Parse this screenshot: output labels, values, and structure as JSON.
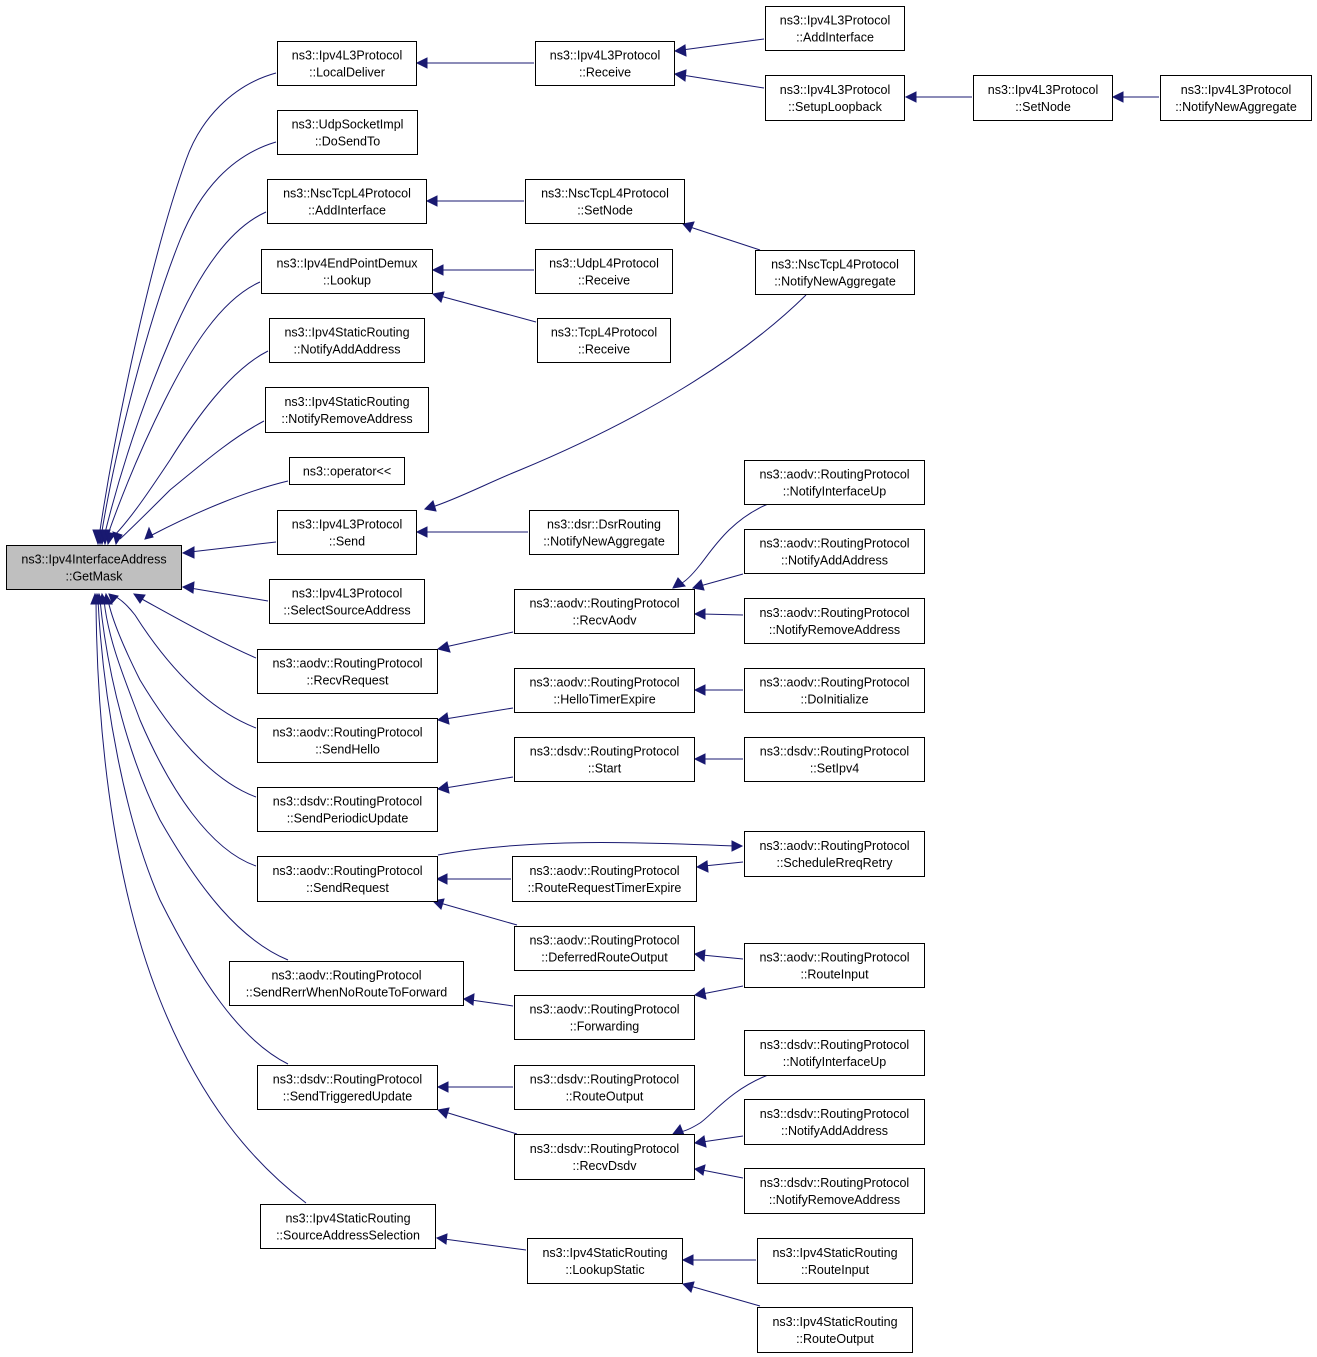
{
  "nodes": [
    {
      "id": "root",
      "lines": [
        "ns3::Ipv4InterfaceAddress",
        "::GetMask"
      ]
    },
    {
      "id": "ipv4l3_localdeliver",
      "lines": [
        "ns3::Ipv4L3Protocol",
        "::LocalDeliver"
      ]
    },
    {
      "id": "udpsocketimpl_dosendto",
      "lines": [
        "ns3::UdpSocketImpl",
        "::DoSendTo"
      ]
    },
    {
      "id": "nsctcp_addinterface",
      "lines": [
        "ns3::NscTcpL4Protocol",
        "::AddInterface"
      ]
    },
    {
      "id": "ipv4epdemux_lookup",
      "lines": [
        "ns3::Ipv4EndPointDemux",
        "::Lookup"
      ]
    },
    {
      "id": "ipv4static_notifyaddaddress",
      "lines": [
        "ns3::Ipv4StaticRouting",
        "::NotifyAddAddress"
      ]
    },
    {
      "id": "ipv4static_notifyremoveaddress",
      "lines": [
        "ns3::Ipv4StaticRouting",
        "::NotifyRemoveAddress"
      ]
    },
    {
      "id": "operator_shift",
      "lines": [
        "ns3::operator<<"
      ]
    },
    {
      "id": "ipv4l3_send",
      "lines": [
        "ns3::Ipv4L3Protocol",
        "::Send"
      ]
    },
    {
      "id": "ipv4l3_selectsourceaddress",
      "lines": [
        "ns3::Ipv4L3Protocol",
        "::SelectSourceAddress"
      ]
    },
    {
      "id": "aodv_recvrequest",
      "lines": [
        "ns3::aodv::RoutingProtocol",
        "::RecvRequest"
      ]
    },
    {
      "id": "aodv_sendhello",
      "lines": [
        "ns3::aodv::RoutingProtocol",
        "::SendHello"
      ]
    },
    {
      "id": "dsdv_sendperiodicupdate",
      "lines": [
        "ns3::dsdv::RoutingProtocol",
        "::SendPeriodicUpdate"
      ]
    },
    {
      "id": "aodv_sendrequest",
      "lines": [
        "ns3::aodv::RoutingProtocol",
        "::SendRequest"
      ]
    },
    {
      "id": "aodv_senderrwhennoroute",
      "lines": [
        "ns3::aodv::RoutingProtocol",
        "::SendRerrWhenNoRouteToForward"
      ]
    },
    {
      "id": "dsdv_sendtriggeredupdate",
      "lines": [
        "ns3::dsdv::RoutingProtocol",
        "::SendTriggeredUpdate"
      ]
    },
    {
      "id": "ipv4static_sourceaddressselection",
      "lines": [
        "ns3::Ipv4StaticRouting",
        "::SourceAddressSelection"
      ]
    },
    {
      "id": "ipv4l3_receive",
      "lines": [
        "ns3::Ipv4L3Protocol",
        "::Receive"
      ]
    },
    {
      "id": "nsctcp_setnode",
      "lines": [
        "ns3::NscTcpL4Protocol",
        "::SetNode"
      ]
    },
    {
      "id": "udpl4_receive",
      "lines": [
        "ns3::UdpL4Protocol",
        "::Receive"
      ]
    },
    {
      "id": "tcpl4_receive",
      "lines": [
        "ns3::TcpL4Protocol",
        "::Receive"
      ]
    },
    {
      "id": "dsr_notifynewaggregate",
      "lines": [
        "ns3::dsr::DsrRouting",
        "::NotifyNewAggregate"
      ]
    },
    {
      "id": "aodv_recvaodv",
      "lines": [
        "ns3::aodv::RoutingProtocol",
        "::RecvAodv"
      ]
    },
    {
      "id": "aodv_hellotimerexpire",
      "lines": [
        "ns3::aodv::RoutingProtocol",
        "::HelloTimerExpire"
      ]
    },
    {
      "id": "dsdv_start",
      "lines": [
        "ns3::dsdv::RoutingProtocol",
        "::Start"
      ]
    },
    {
      "id": "aodv_routerequesttimerexpire",
      "lines": [
        "ns3::aodv::RoutingProtocol",
        "::RouteRequestTimerExpire"
      ]
    },
    {
      "id": "aodv_deferredrouteoutput",
      "lines": [
        "ns3::aodv::RoutingProtocol",
        "::DeferredRouteOutput"
      ]
    },
    {
      "id": "aodv_forwarding",
      "lines": [
        "ns3::aodv::RoutingProtocol",
        "::Forwarding"
      ]
    },
    {
      "id": "dsdv_routeoutput",
      "lines": [
        "ns3::dsdv::RoutingProtocol",
        "::RouteOutput"
      ]
    },
    {
      "id": "dsdv_recvdsdv",
      "lines": [
        "ns3::dsdv::RoutingProtocol",
        "::RecvDsdv"
      ]
    },
    {
      "id": "ipv4static_lookupstatic",
      "lines": [
        "ns3::Ipv4StaticRouting",
        "::LookupStatic"
      ]
    },
    {
      "id": "ipv4l3_addinterface",
      "lines": [
        "ns3::Ipv4L3Protocol",
        "::AddInterface"
      ]
    },
    {
      "id": "ipv4l3_setuploopback",
      "lines": [
        "ns3::Ipv4L3Protocol",
        "::SetupLoopback"
      ]
    },
    {
      "id": "nsctcp_notifynewaggregate",
      "lines": [
        "ns3::NscTcpL4Protocol",
        "::NotifyNewAggregate"
      ]
    },
    {
      "id": "aodv_notifyinterfaceup",
      "lines": [
        "ns3::aodv::RoutingProtocol",
        "::NotifyInterfaceUp"
      ]
    },
    {
      "id": "aodv_notifyaddaddress",
      "lines": [
        "ns3::aodv::RoutingProtocol",
        "::NotifyAddAddress"
      ]
    },
    {
      "id": "aodv_notifyremoveaddress",
      "lines": [
        "ns3::aodv::RoutingProtocol",
        "::NotifyRemoveAddress"
      ]
    },
    {
      "id": "aodv_doinitialize",
      "lines": [
        "ns3::aodv::RoutingProtocol",
        "::DoInitialize"
      ]
    },
    {
      "id": "dsdv_setipv4",
      "lines": [
        "ns3::dsdv::RoutingProtocol",
        "::SetIpv4"
      ]
    },
    {
      "id": "aodv_schedulerreqretry",
      "lines": [
        "ns3::aodv::RoutingProtocol",
        "::ScheduleRreqRetry"
      ]
    },
    {
      "id": "aodv_routeinput",
      "lines": [
        "ns3::aodv::RoutingProtocol",
        "::RouteInput"
      ]
    },
    {
      "id": "dsdv_notifyinterfaceup",
      "lines": [
        "ns3::dsdv::RoutingProtocol",
        "::NotifyInterfaceUp"
      ]
    },
    {
      "id": "dsdv_notifyaddaddress",
      "lines": [
        "ns3::dsdv::RoutingProtocol",
        "::NotifyAddAddress"
      ]
    },
    {
      "id": "dsdv_notifyremoveaddress",
      "lines": [
        "ns3::dsdv::RoutingProtocol",
        "::NotifyRemoveAddress"
      ]
    },
    {
      "id": "ipv4static_routeinput",
      "lines": [
        "ns3::Ipv4StaticRouting",
        "::RouteInput"
      ]
    },
    {
      "id": "ipv4static_routeoutput",
      "lines": [
        "ns3::Ipv4StaticRouting",
        "::RouteOutput"
      ]
    },
    {
      "id": "ipv4l3_setnode",
      "lines": [
        "ns3::Ipv4L3Protocol",
        "::SetNode"
      ]
    },
    {
      "id": "ipv4l3_notifynewaggregate",
      "lines": [
        "ns3::Ipv4L3Protocol",
        "::NotifyNewAggregate"
      ]
    }
  ],
  "edges": [
    {
      "from": "ipv4l3_localdeliver",
      "to": "root"
    },
    {
      "from": "udpsocketimpl_dosendto",
      "to": "root"
    },
    {
      "from": "nsctcp_addinterface",
      "to": "root"
    },
    {
      "from": "ipv4epdemux_lookup",
      "to": "root"
    },
    {
      "from": "ipv4static_notifyaddaddress",
      "to": "root"
    },
    {
      "from": "ipv4static_notifyremoveaddress",
      "to": "root"
    },
    {
      "from": "operator_shift",
      "to": "root"
    },
    {
      "from": "ipv4l3_send",
      "to": "root"
    },
    {
      "from": "ipv4l3_selectsourceaddress",
      "to": "root"
    },
    {
      "from": "aodv_recvrequest",
      "to": "root"
    },
    {
      "from": "aodv_sendhello",
      "to": "root"
    },
    {
      "from": "dsdv_sendperiodicupdate",
      "to": "root"
    },
    {
      "from": "aodv_sendrequest",
      "to": "root"
    },
    {
      "from": "aodv_senderrwhennoroute",
      "to": "root"
    },
    {
      "from": "dsdv_sendtriggeredupdate",
      "to": "root"
    },
    {
      "from": "ipv4static_sourceaddressselection",
      "to": "root"
    },
    {
      "from": "ipv4l3_receive",
      "to": "ipv4l3_localdeliver"
    },
    {
      "from": "ipv4l3_addinterface",
      "to": "ipv4l3_receive"
    },
    {
      "from": "ipv4l3_setuploopback",
      "to": "ipv4l3_receive"
    },
    {
      "from": "ipv4l3_setnode",
      "to": "ipv4l3_setuploopback"
    },
    {
      "from": "ipv4l3_notifynewaggregate",
      "to": "ipv4l3_setnode"
    },
    {
      "from": "nsctcp_setnode",
      "to": "nsctcp_addinterface"
    },
    {
      "from": "nsctcp_notifynewaggregate",
      "to": "nsctcp_setnode"
    },
    {
      "from": "udpl4_receive",
      "to": "ipv4epdemux_lookup"
    },
    {
      "from": "tcpl4_receive",
      "to": "ipv4epdemux_lookup"
    },
    {
      "from": "nsctcp_notifynewaggregate",
      "to": "ipv4l3_send"
    },
    {
      "from": "dsr_notifynewaggregate",
      "to": "ipv4l3_send"
    },
    {
      "from": "aodv_recvaodv",
      "to": "aodv_recvrequest"
    },
    {
      "from": "aodv_notifyinterfaceup",
      "to": "aodv_recvaodv"
    },
    {
      "from": "aodv_notifyaddaddress",
      "to": "aodv_recvaodv"
    },
    {
      "from": "aodv_notifyremoveaddress",
      "to": "aodv_recvaodv"
    },
    {
      "from": "aodv_hellotimerexpire",
      "to": "aodv_sendhello"
    },
    {
      "from": "aodv_doinitialize",
      "to": "aodv_hellotimerexpire"
    },
    {
      "from": "dsdv_start",
      "to": "dsdv_sendperiodicupdate"
    },
    {
      "from": "dsdv_setipv4",
      "to": "dsdv_start"
    },
    {
      "from": "aodv_sendrequest",
      "to": "aodv_schedulerreqretry"
    },
    {
      "from": "aodv_schedulerreqretry",
      "to": "aodv_routerequesttimerexpire"
    },
    {
      "from": "aodv_routerequesttimerexpire",
      "to": "aodv_sendrequest"
    },
    {
      "from": "aodv_deferredrouteoutput",
      "to": "aodv_sendrequest"
    },
    {
      "from": "aodv_routeinput",
      "to": "aodv_deferredrouteoutput"
    },
    {
      "from": "aodv_forwarding",
      "to": "aodv_senderrwhennoroute"
    },
    {
      "from": "aodv_routeinput",
      "to": "aodv_forwarding"
    },
    {
      "from": "dsdv_routeoutput",
      "to": "dsdv_sendtriggeredupdate"
    },
    {
      "from": "dsdv_recvdsdv",
      "to": "dsdv_sendtriggeredupdate"
    },
    {
      "from": "dsdv_notifyinterfaceup",
      "to": "dsdv_recvdsdv"
    },
    {
      "from": "dsdv_notifyaddaddress",
      "to": "dsdv_recvdsdv"
    },
    {
      "from": "dsdv_notifyremoveaddress",
      "to": "dsdv_recvdsdv"
    },
    {
      "from": "ipv4static_lookupstatic",
      "to": "ipv4static_sourceaddressselection"
    },
    {
      "from": "ipv4static_routeinput",
      "to": "ipv4static_lookupstatic"
    },
    {
      "from": "ipv4static_routeoutput",
      "to": "ipv4static_lookupstatic"
    }
  ],
  "colors": {
    "edge": "#191970",
    "root_fill": "#bfbfbf",
    "node_fill": "#ffffff",
    "border": "#000000"
  }
}
